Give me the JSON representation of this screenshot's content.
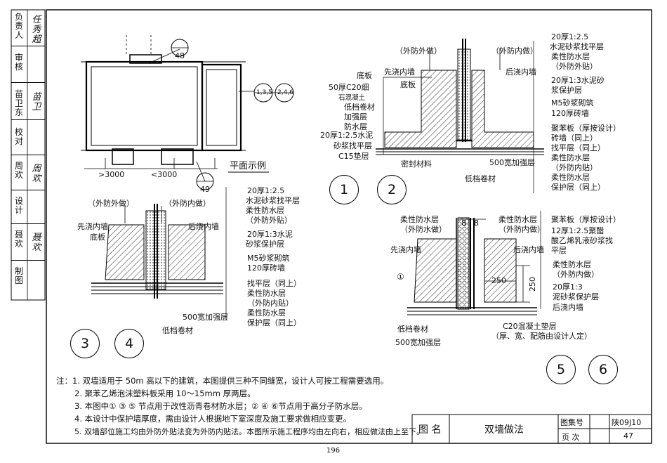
{
  "sidebar": {
    "rows": [
      {
        "label": "负责人",
        "sign": "任秀超"
      },
      {
        "label": "审核",
        "sign": ""
      },
      {
        "label": "苗卫东",
        "sign": "苗卫"
      },
      {
        "label": "校对",
        "sign": ""
      },
      {
        "label": "周欢",
        "sign": "周欢"
      },
      {
        "label": "设计",
        "sign": ""
      },
      {
        "label": "聂欢",
        "sign": "聂欢"
      },
      {
        "label": "制图",
        "sign": ""
      }
    ]
  },
  "plan": {
    "title": "平面示例",
    "ref_48": "48",
    "ref_49": "49",
    "ref_135": "1,3,5",
    "ref_246": "2,4,6",
    "dim_left": ">3000",
    "dim_right": "<3000"
  },
  "detail12": {
    "out_label": "（外防外做）",
    "in_label": "（外防内做）",
    "left": [
      "先浇内墙",
      "底板",
      "底板",
      "50厚C20细",
      "石混凝土",
      "低档卷材",
      "加强层",
      "防水层",
      "20厚1:2.5水泥",
      "砂浆找平层",
      "C15垫层"
    ],
    "right": [
      "后浇内墙",
      "20厚1:2.5",
      "水泥砂浆找平层",
      "柔性防水层",
      "（外防外贴）",
      "20厚1:3水泥砂",
      "浆保护层",
      "M5砂浆砌筑",
      "120厚砖墙",
      "聚苯板（厚按设计）",
      "砖墙（同上）",
      "找平层（同上）",
      "柔性防水层",
      "（外防内贴）",
      "柔性防水层",
      "保护层（同上）"
    ],
    "bottom": [
      "密封材料",
      "低档卷材",
      "500宽加强层"
    ],
    "bubbles": [
      "1",
      "2"
    ]
  },
  "detail34": {
    "out_label": "（外防外做）",
    "in_label": "（外防内做）",
    "left": [
      "先浇内墙",
      "底板"
    ],
    "right": [
      "后浇内墙",
      "20厚1:2.5",
      "水泥砂浆找平层",
      "柔性防水层",
      "（外防外贴）",
      "20厚1:3水泥",
      "砂浆保护层",
      "M5砂浆砌筑",
      "120厚砖墙",
      "找平层（同上）",
      "柔性防水层",
      "（外防内贴）",
      "柔性防水层",
      "保护层（同上）"
    ],
    "bottom": [
      "500宽加强层",
      "低档卷材"
    ],
    "bubbles": [
      "3",
      "4"
    ]
  },
  "detail56": {
    "top_left": [
      "柔性防水层",
      "（外防水做）"
    ],
    "dims": [
      "8",
      "8",
      "250",
      "250"
    ],
    "mid": [
      "柔性防水层",
      "（外防内做）"
    ],
    "left": [
      "先浇内墙"
    ],
    "right": [
      "聚苯板（厚按设计）",
      "12厚1:2.5聚醋",
      "酸乙烯乳液砂浆找",
      "平层",
      "后浇内墙",
      "柔性防水层",
      "（外防内做）",
      "20厚1:3",
      "泥砂浆保护层",
      "后浇内墙"
    ],
    "bottom": [
      "低档卷材",
      "500宽加强层",
      "C20混凝土垫层",
      "（厚、宽、配筋由设计人定）"
    ],
    "bubbles": [
      "5",
      "6"
    ],
    "circle_mark": "①"
  },
  "notes": [
    "注：1. 双墙适用于 50m 高以下的建筑，本图提供三种不同缝宽，设计人可按工程需要选用。",
    "2. 聚苯乙烯泡沫塑料板采用 10～15mm 厚两层。",
    "3. 本图中① ③ ⑤ 节点用于改性沥青卷材防水层；② ④ ⑥节点用于高分子防水层。",
    "4. 本设计中保护墙厚度，需由设计人根据地下室深度及施工要求做相应变更。",
    "5. 双墙部位施工均由外防外贴法变为外防内贴法。本图所示施工程序均由左向右，相应做法由上至下。"
  ],
  "titleblock": {
    "name_label": "图  名",
    "name_value": "双墙做法",
    "atlas_label": "图集号",
    "atlas_value": "陕09J10",
    "page_label": "页  次",
    "page_value": "47"
  },
  "page_number": "196"
}
